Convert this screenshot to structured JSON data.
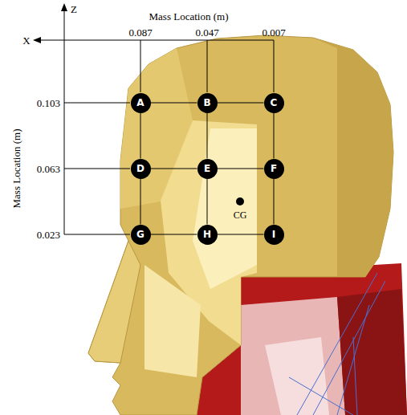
{
  "diagram": {
    "nodes": [
      {
        "text": [
          "A"
        ]
      },
      {
        "text": [
          "B"
        ]
      },
      {
        "text": [
          "C"
        ]
      },
      {
        "text": [
          "D"
        ]
      },
      {
        "text": [
          "E"
        ]
      },
      {
        "text": [
          "F"
        ]
      },
      {
        "text": [
          "G"
        ]
      },
      {
        "text": [
          "H"
        ]
      },
      {
        "text": [
          "I"
        ]
      }
    ],
    "edges": [
      {
        "from": 0,
        "to": 1,
        "arrow": "none"
      },
      {
        "from": 1,
        "to": 2,
        "arrow": "none"
      },
      {
        "from": 3,
        "to": 4,
        "arrow": "none"
      },
      {
        "from": 4,
        "to": 5,
        "arrow": "none"
      },
      {
        "from": 6,
        "to": 7,
        "arrow": "none"
      },
      {
        "from": 7,
        "to": 8,
        "arrow": "none"
      },
      {
        "from": 0,
        "to": 3,
        "arrow": "none"
      },
      {
        "from": 3,
        "to": 6,
        "arrow": "none"
      },
      {
        "from": 1,
        "to": 4,
        "arrow": "none"
      },
      {
        "from": 4,
        "to": 7,
        "arrow": "none"
      },
      {
        "from": 2,
        "to": 5,
        "arrow": "none"
      },
      {
        "from": 5,
        "to": 8,
        "arrow": "none"
      }
    ],
    "labels": [
      "Z",
      "X",
      "Mass Location (m)",
      "0.087",
      "0.047",
      "0.007",
      "0.103",
      "0.063",
      "0.023",
      "Mass Location (m)",
      "CG"
    ]
  }
}
